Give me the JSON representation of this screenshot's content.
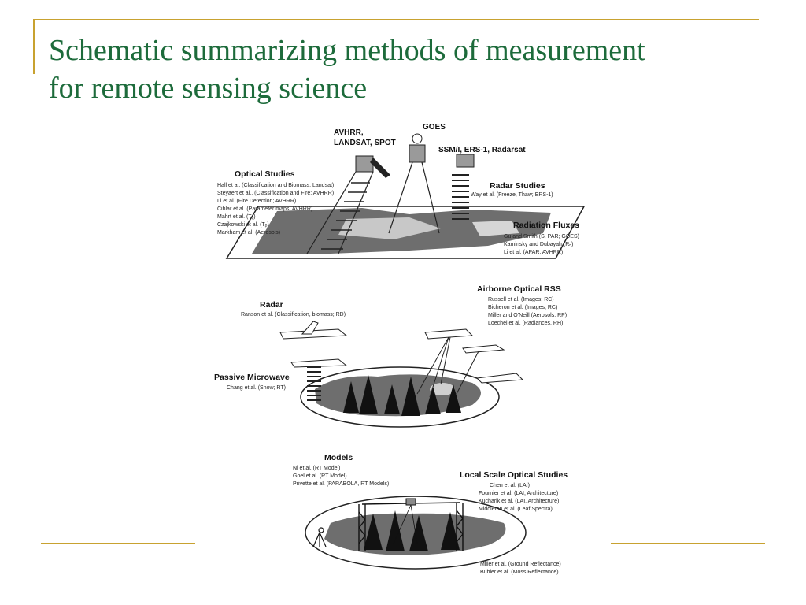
{
  "slide": {
    "title_line1": "Schematic summarizing methods of measurement",
    "title_line2": "for remote sensing science"
  },
  "colors": {
    "title": "#1d6b3b",
    "accent": "#c8a230"
  },
  "diagram": {
    "satellites": {
      "avhrr": "AVHRR,",
      "landsat": "LANDSAT, SPOT",
      "goes": "GOES",
      "radar_sats": "SSM/I, ERS-1, Radarsat"
    },
    "optical_studies": {
      "heading": "Optical Studies",
      "refs": [
        "Hall et al. (Classification and Biomass; Landsat)",
        "Steyaert et al., (Classification and Fire; AVHRR)",
        "Li et al. (Fire Detection; AVHRR)",
        "Cihlar et al. (Parameter maps; AVHRR)",
        "Mahrt et al. (Tᵦ)",
        "Czajkowski et al. (Tᵦ)",
        "Markham et al. (Aerosols)"
      ]
    },
    "radar_studies": {
      "heading": "Radar Studies",
      "refs": [
        "Way et al. (Freeze, Thaw; ERS-1)"
      ]
    },
    "radiation_fluxes": {
      "heading": "Radiation Fluxes",
      "refs": [
        "Gu and Smith (S, PAR; GOES)",
        "Kaminsky and Dubayah (Rₙ)",
        "Li et al. (APAR; AVHRR)"
      ]
    },
    "radar": {
      "heading": "Radar",
      "refs": [
        "Ranson et al. (Classification, biomass; RD)"
      ]
    },
    "airborne_optical": {
      "heading": "Airborne Optical RSS",
      "refs": [
        "Russell et al. (Images; RC)",
        "Bicheron et al. (Images; RC)",
        "Miller and O'Neill (Aerosols; RP)",
        "Loechel et al. (Radiances, RH)"
      ]
    },
    "passive_microwave": {
      "heading": "Passive Microwave",
      "refs": [
        "Chang et al. (Snow; RT)"
      ]
    },
    "models": {
      "heading": "Models",
      "refs": [
        "Ni et al. (RT Model)",
        "Goel et al. (RT Model)",
        "Privette et al. (PARABOLA, RT Models)"
      ]
    },
    "local_scale": {
      "heading": "Local Scale Optical Studies",
      "refs": [
        "Chen et al. (LAI)",
        "Fournier et al. (LAI, Architecture)",
        "Kucharik et al. (LAI, Architecture)",
        "Middleton et al. (Leaf Spectra)"
      ]
    },
    "ground_refs": [
      "Miller et al. (Ground Reflectance)",
      "Bubier et al. (Moss Reflectance)"
    ]
  }
}
